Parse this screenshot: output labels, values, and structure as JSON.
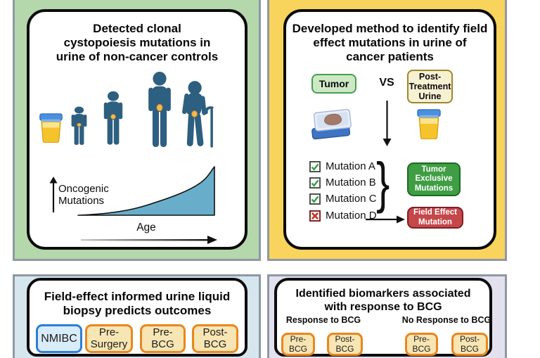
{
  "figure": {
    "panel_clonal": {
      "title_lines": [
        "Detected clonal",
        "cystopoiesis mutations in",
        "urine of non-cancer controls"
      ],
      "chart": {
        "ylabel_lines": [
          "Oncogenic",
          "Mutations"
        ],
        "xlabel": "Age"
      }
    },
    "panel_method": {
      "title_lines": [
        "Developed method to identify field",
        "effect mutations in urine of",
        "cancer patients"
      ],
      "tumor_label": "Tumor",
      "vs_label": "VS",
      "urine_box_lines": [
        "Post-",
        "Treatment",
        "Urine"
      ],
      "mutations": [
        {
          "label": "Mutation A",
          "status": "checked"
        },
        {
          "label": "Mutation B",
          "status": "checked"
        },
        {
          "label": "Mutation C",
          "status": "checked"
        },
        {
          "label": "Mutation D",
          "status": "crossed"
        }
      ],
      "brace_glyph": "}",
      "tumor_exclusive_lines": [
        "Tumor",
        "Exclusive",
        "Mutations"
      ],
      "field_effect_lines": [
        "Field Effect",
        "Mutation"
      ]
    },
    "panel_biopsy": {
      "title_lines": [
        "Field-effect informed urine liquid",
        "biopsy predicts outcomes"
      ],
      "boxes": [
        {
          "lines": [
            "NMIBC"
          ],
          "style": "blue"
        },
        {
          "lines": [
            "Pre-",
            "Surgery"
          ],
          "style": "orange"
        },
        {
          "lines": [
            "Pre-",
            "BCG"
          ],
          "style": "orange"
        },
        {
          "lines": [
            "Post-",
            "BCG"
          ],
          "style": "orange"
        }
      ]
    },
    "panel_biomarkers": {
      "title_lines": [
        "Identified biomarkers associated",
        "with response to BCG"
      ],
      "groups": [
        {
          "header": "Response to BCG",
          "boxes": [
            {
              "lines": [
                "Pre-",
                "BCG"
              ]
            },
            {
              "lines": [
                "Post-",
                "BCG"
              ]
            }
          ]
        },
        {
          "header": "No Response to BCG",
          "boxes": [
            {
              "lines": [
                "Pre-",
                "BCG"
              ]
            },
            {
              "lines": [
                "Post-",
                "BCG"
              ]
            }
          ]
        }
      ]
    }
  },
  "chart_data": {
    "type": "area",
    "title": "Oncogenic mutations accumulate with age",
    "xlabel": "Age",
    "ylabel": "Oncogenic Mutations",
    "x": [
      0,
      0.2,
      0.4,
      0.6,
      0.8,
      0.9,
      1.0
    ],
    "y": [
      0.02,
      0.06,
      0.16,
      0.34,
      0.62,
      0.8,
      1.0
    ],
    "axis_ticks": "none",
    "grid": false,
    "fill_color": "#68aecb"
  },
  "colors": {
    "panel_green": "#b5d7ac",
    "panel_yellow": "#f9d45c",
    "panel_blue": "#d6e6ef",
    "panel_lavender": "#e3e1ee",
    "panel_border_gray": "#8e98a4",
    "tumor_box_green": "#cde8c5",
    "tumor_exclusive_green": "#3f9d44",
    "field_effect_red": "#c4474a",
    "orange_box_border": "#e8871e",
    "orange_box_fill": "#f7e5b4",
    "nmibc_blue_border": "#2b7fd4",
    "person_teal": "#2d5f80",
    "urine_yellow": "#f5c32c",
    "curve_blue": "#68aecb"
  }
}
